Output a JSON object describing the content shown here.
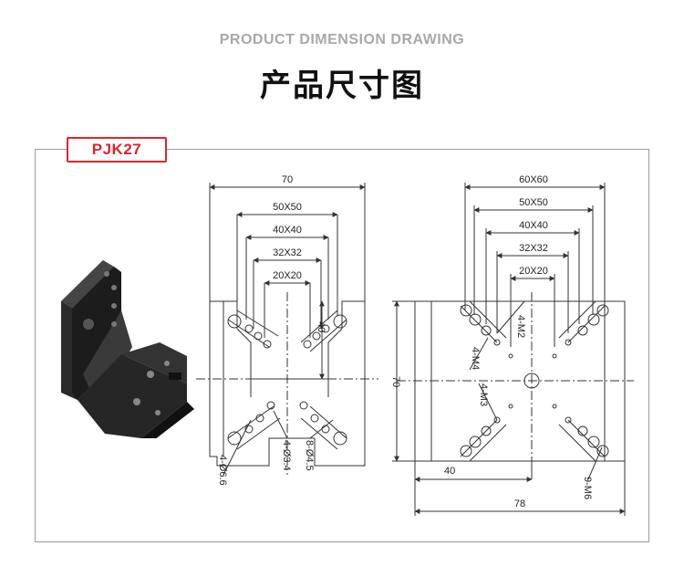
{
  "header": {
    "subtitle": "PRODUCT DIMENSION DRAWING",
    "title": "产品尺寸图"
  },
  "product": {
    "model": "PJK27"
  },
  "side_view": {
    "dims": {
      "width": "70",
      "sq50": "50X50",
      "sq40": "40X40",
      "sq32": "32X32",
      "sq20": "20X20",
      "height": "40"
    },
    "callouts": {
      "holes66": "4-Ø6.6",
      "holes34": "4-Ø3.4",
      "holes45": "8-Ø4.5"
    }
  },
  "front_view": {
    "dims": {
      "sq60": "60X60",
      "sq50": "50X50",
      "sq40": "40X40",
      "sq32": "32X32",
      "sq20": "20X20",
      "height": "70",
      "offset": "40",
      "width": "78"
    },
    "callouts": {
      "m2": "4-M2",
      "m4": "4-M4",
      "m3": "4-M3",
      "m6": "9-M6"
    }
  },
  "colors": {
    "accent": "#d9282f",
    "line": "#333333"
  }
}
